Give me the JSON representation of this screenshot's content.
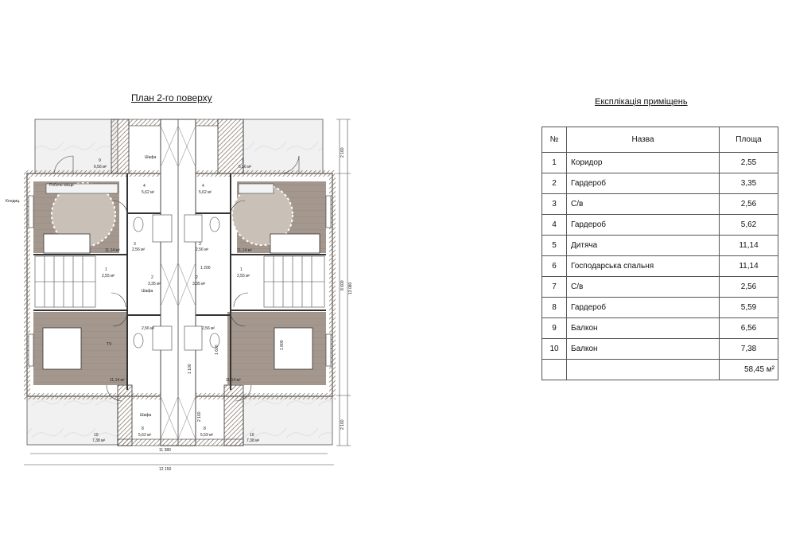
{
  "plan": {
    "title": "План 2-го поверху",
    "labels": {
      "wardrobe": "Шафа",
      "workplace": "Робоче місце",
      "conditioner": "Кондиц.",
      "tv": "TV"
    },
    "rooms_left": [
      {
        "num": "9",
        "area": "6,56 м²"
      },
      {
        "num": "4",
        "area": "5,62 м²"
      },
      {
        "num": "5",
        "area": "11,14 м²"
      },
      {
        "num": "3",
        "area": "2,56 м²"
      },
      {
        "num": "1",
        "area": "2,55 м²"
      },
      {
        "num": "2",
        "area": "3,35 м²"
      },
      {
        "num": "7",
        "area": "2,56 м²"
      },
      {
        "num": "6",
        "area": "11,14 м²"
      },
      {
        "num": "8",
        "area": "5,62 м²"
      },
      {
        "num": "10",
        "area": "7,38 м²"
      }
    ],
    "rooms_right": [
      {
        "num": "9",
        "area": "6,56 м²"
      },
      {
        "num": "4",
        "area": "5,62 м²"
      },
      {
        "num": "5",
        "area": "11,14 м²"
      },
      {
        "num": "3",
        "area": "2,56 м²"
      },
      {
        "num": "1",
        "area": "2,55 м²"
      },
      {
        "num": "2",
        "area": "3,35 м²"
      },
      {
        "num": "7",
        "area": "2,56 м²"
      },
      {
        "num": "6",
        "area": "11,14 м²"
      },
      {
        "num": "8",
        "area": "5,59 м²"
      },
      {
        "num": "10",
        "area": "7,38 м²"
      }
    ],
    "dims": {
      "width_inner": "11 380",
      "width_outer": "12 150",
      "height_total": "13 080",
      "height_mid": "8 600",
      "height_top": "2 160",
      "height_bottom": "2 160",
      "small_1": "1 200",
      "small_2": "1 600",
      "small_3": "1 100",
      "small_4": "1 800",
      "small_5": "2 160"
    }
  },
  "explication": {
    "title": "Експлікація приміщень",
    "headers": {
      "num": "№",
      "name": "Назва",
      "area": "Площа"
    },
    "rows": [
      {
        "num": "1",
        "name": "Коридор",
        "area": "2,55"
      },
      {
        "num": "2",
        "name": "Гардероб",
        "area": "3,35"
      },
      {
        "num": "3",
        "name": "С/в",
        "area": "2,56"
      },
      {
        "num": "4",
        "name": "Гардероб",
        "area": "5,62"
      },
      {
        "num": "5",
        "name": "Дитяча",
        "area": "11,14"
      },
      {
        "num": "6",
        "name": "Господарська спальня",
        "area": "11,14"
      },
      {
        "num": "7",
        "name": "С/в",
        "area": "2,56"
      },
      {
        "num": "8",
        "name": "Гардероб",
        "area": "5,59"
      },
      {
        "num": "9",
        "name": "Балкон",
        "area": "6,56"
      },
      {
        "num": "10",
        "name": "Балкон",
        "area": "7,38"
      }
    ],
    "total": "58,45 м²"
  }
}
